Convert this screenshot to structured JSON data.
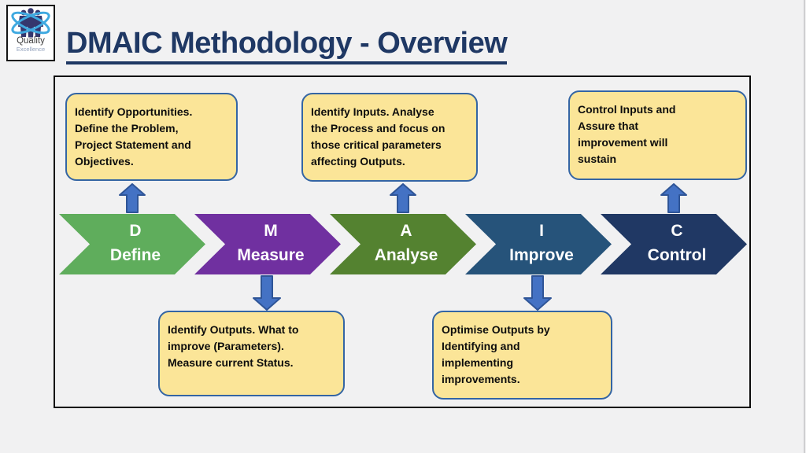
{
  "logo": {
    "line1": "Quality",
    "line2": "Excellence"
  },
  "title": {
    "text": "DMAIC Methodology - Overview",
    "color": "#1F3864"
  },
  "diagram": {
    "stages": [
      {
        "letter": "D",
        "name": "Define",
        "color": "#5FAD5C",
        "callout": {
          "position": "top",
          "text": "Identify Opportunities.\nDefine the Problem,\nProject Statement and\nObjectives."
        }
      },
      {
        "letter": "M",
        "name": "Measure",
        "color": "#7030A0",
        "callout": {
          "position": "bottom",
          "text": "Identify Outputs. What to\nimprove (Parameters).\nMeasure current Status."
        }
      },
      {
        "letter": "A",
        "name": "Analyse",
        "color": "#548230",
        "callout": {
          "position": "top",
          "text": "Identify Inputs. Analyse\nthe Process and focus on\nthose critical parameters\naffecting Outputs."
        }
      },
      {
        "letter": "I",
        "name": "Improve",
        "color": "#26537A",
        "callout": {
          "position": "bottom",
          "text": "Optimise Outputs by\nIdentifying and\nimplementing\nimprovements."
        }
      },
      {
        "letter": "C",
        "name": "Control",
        "color": "#203864",
        "callout": {
          "position": "top",
          "text": "Control Inputs and\nAssure that\nimprovement will\nsustain"
        }
      }
    ],
    "callout_style": {
      "fill": "#FBE598",
      "border": "#3465A4"
    },
    "arrow_style": {
      "fill": "#4472C4",
      "border": "#2F5597"
    }
  }
}
